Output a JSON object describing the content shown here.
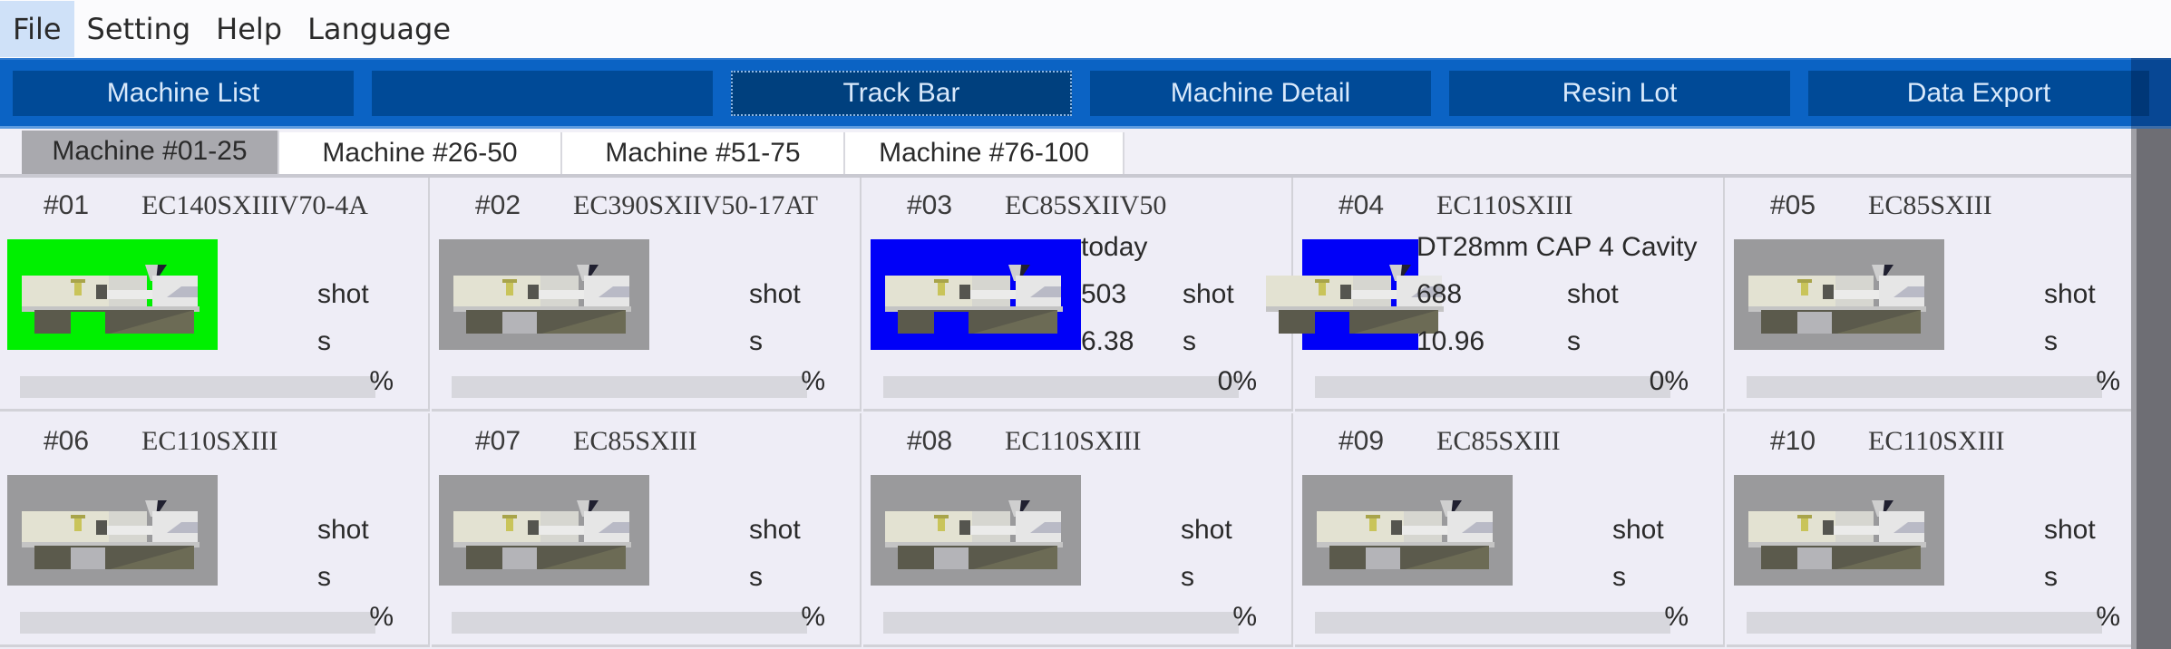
{
  "menubar": {
    "items": [
      {
        "label": "File",
        "active": true
      },
      {
        "label": "Setting",
        "active": false
      },
      {
        "label": "Help",
        "active": false
      },
      {
        "label": "Language",
        "active": false
      }
    ]
  },
  "navbar": {
    "buttons": [
      {
        "label": "Machine List",
        "selected": false
      },
      {
        "label": "",
        "selected": false
      },
      {
        "label": "Track Bar",
        "selected": true
      },
      {
        "label": "Machine Detail",
        "selected": false
      },
      {
        "label": "Resin Lot",
        "selected": false
      },
      {
        "label": "Data Export",
        "selected": false
      }
    ]
  },
  "tabs": [
    {
      "label": "Machine #01-25",
      "active": true
    },
    {
      "label": "Machine #26-50",
      "active": false
    },
    {
      "label": "Machine #51-75",
      "active": false
    },
    {
      "label": "Machine #76-100",
      "active": false
    }
  ],
  "colors": {
    "status_running": "#00f000",
    "status_blue": "#0000f8",
    "status_idle": "#9a9a9c",
    "nav_bg": "#0b63c4",
    "nav_button": "#004a97"
  },
  "units": {
    "shot": "shot",
    "seconds": "s",
    "percent": "%"
  },
  "machines": [
    {
      "id": "#01",
      "model": "EC140SXIIIV70-4A",
      "status": "running",
      "line1": "",
      "count": "",
      "cycle": "",
      "percent": "%"
    },
    {
      "id": "#02",
      "model": "EC390SXIIV50-17AT",
      "status": "idle",
      "line1": "",
      "count": "",
      "cycle": "",
      "percent": "%"
    },
    {
      "id": "#03",
      "model": "EC85SXIIV50",
      "status": "blue",
      "line1": "today",
      "count": "503",
      "cycle": "6.38",
      "percent": "0%"
    },
    {
      "id": "#04",
      "model": "EC110SXIII",
      "status": "blue",
      "line1": "DT28mm CAP 4 Cavity",
      "count": "688",
      "cycle": "10.96",
      "percent": "0%"
    },
    {
      "id": "#05",
      "model": "EC85SXIII",
      "status": "idle",
      "line1": "",
      "count": "",
      "cycle": "",
      "percent": "%"
    },
    {
      "id": "#06",
      "model": "EC110SXIII",
      "status": "idle",
      "line1": "",
      "count": "",
      "cycle": "",
      "percent": "%"
    },
    {
      "id": "#07",
      "model": "EC85SXIII",
      "status": "idle",
      "line1": "",
      "count": "",
      "cycle": "",
      "percent": "%"
    },
    {
      "id": "#08",
      "model": "EC110SXIII",
      "status": "idle",
      "line1": "",
      "count": "",
      "cycle": "",
      "percent": "%"
    },
    {
      "id": "#09",
      "model": "EC85SXIII",
      "status": "idle",
      "line1": "",
      "count": "",
      "cycle": "",
      "percent": "%"
    },
    {
      "id": "#10",
      "model": "EC110SXIII",
      "status": "idle",
      "line1": "",
      "count": "",
      "cycle": "",
      "percent": "%"
    }
  ]
}
